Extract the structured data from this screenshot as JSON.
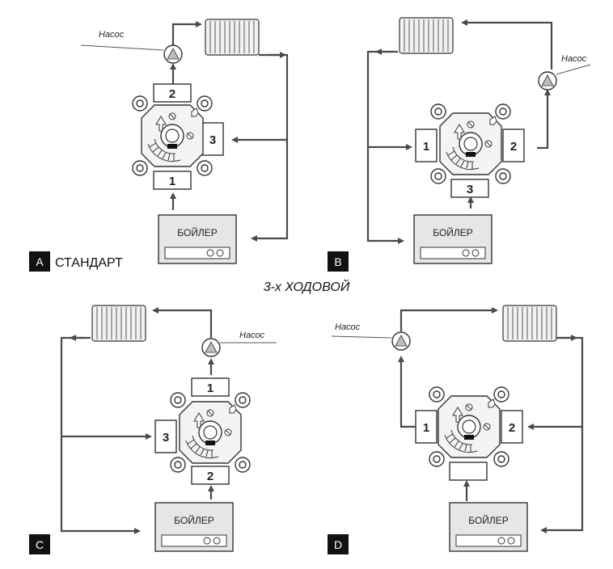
{
  "center_caption": "3-х ХОДОВОЙ",
  "pump_label": "Насос",
  "boiler_label": "БОЙЛЕР",
  "schemes": [
    {
      "tag": "A",
      "caption": "СТАНДАРТ",
      "ports": [
        "2",
        "3",
        "1"
      ]
    },
    {
      "tag": "B",
      "caption": "",
      "ports": [
        "1",
        "2",
        "3"
      ]
    },
    {
      "tag": "C",
      "caption": "",
      "ports": [
        "1",
        "3",
        "2"
      ]
    },
    {
      "tag": "D",
      "caption": "",
      "ports": [
        "1",
        "2"
      ]
    }
  ],
  "colors": {
    "pipe": "#4a4a4a",
    "valve_body": "#f4f4f4",
    "boiler": "#e6e6e6",
    "tag": "#111111"
  }
}
